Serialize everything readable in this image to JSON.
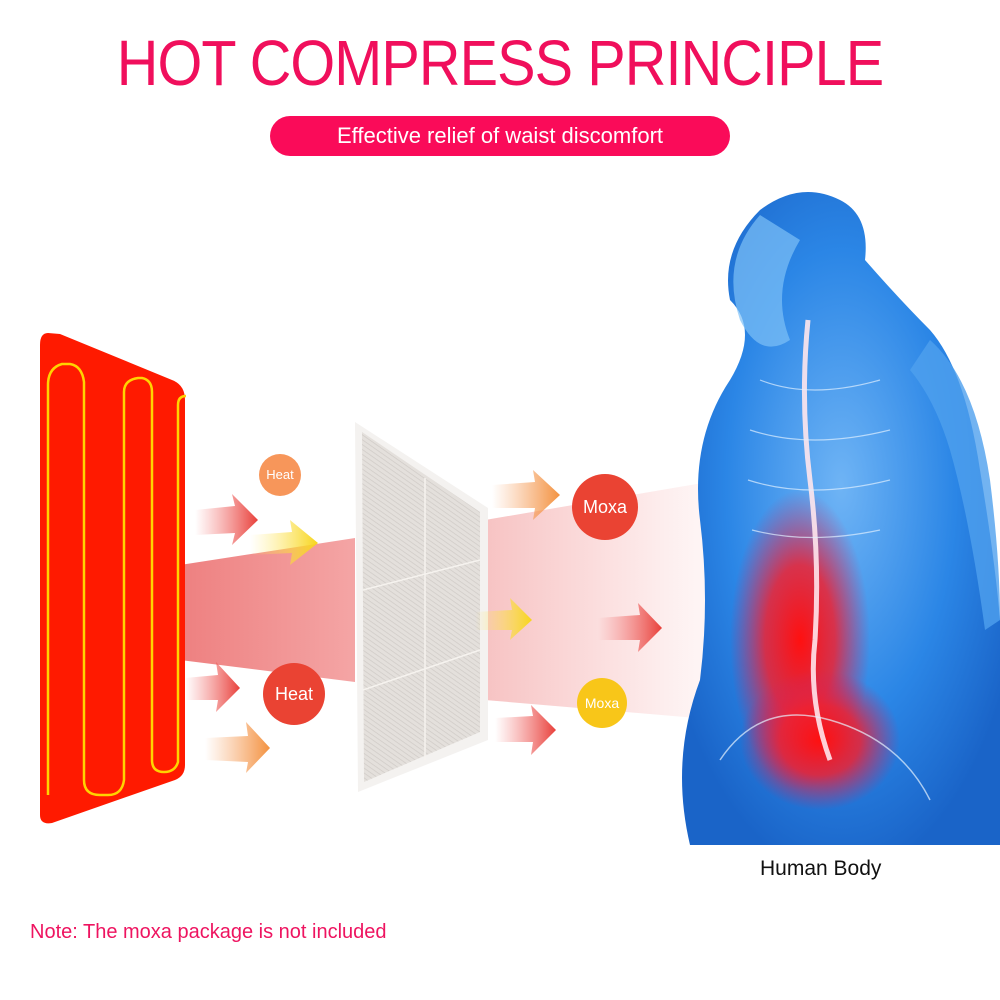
{
  "header": {
    "title": "HOT COMPRESS PRINCIPLE",
    "subtitle": "Effective relief of waist discomfort"
  },
  "diagram": {
    "heating_pad": {
      "label": "heating-pad",
      "color": "#ff1a00",
      "wire_color": "#ffd400"
    },
    "bubbles": [
      {
        "id": "heat-small",
        "label": "Heat",
        "color": "#f7965a"
      },
      {
        "id": "heat-large",
        "label": "Heat",
        "color": "#ea4333"
      },
      {
        "id": "moxa-large",
        "label": "Moxa",
        "color": "#ea4333"
      },
      {
        "id": "moxa-small",
        "label": "Moxa",
        "color": "#f8c619"
      }
    ],
    "human_body_label": "Human Body"
  },
  "footer": {
    "note": "Note: The moxa package is not included"
  },
  "colors": {
    "accent": "#f00f5c",
    "heat_beam": "#f29a9a",
    "body_blue": "#1f78e0"
  }
}
